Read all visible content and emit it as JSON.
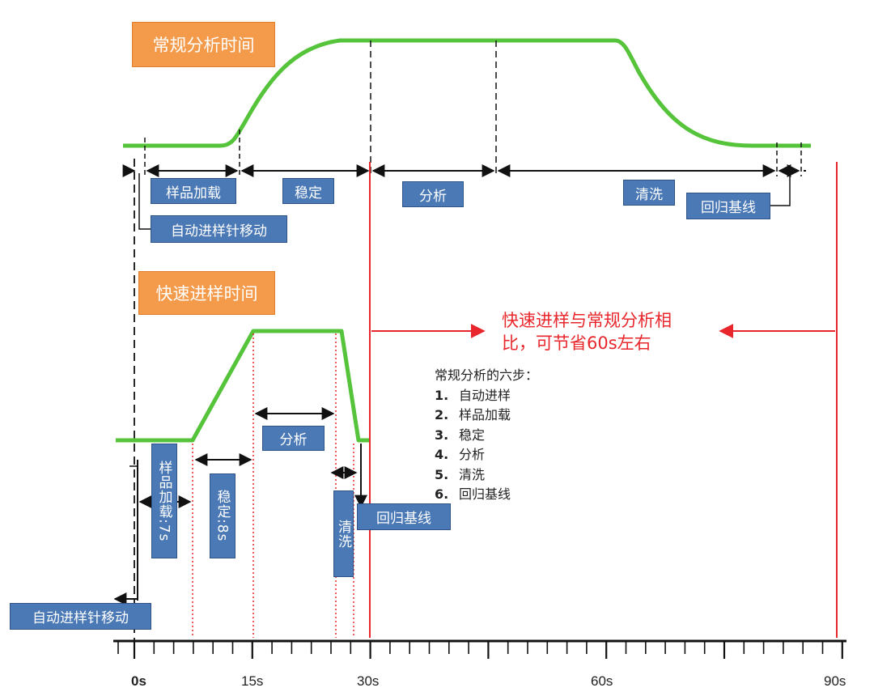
{
  "top": {
    "title": "常规分析时间",
    "phases": {
      "load": "样品加载",
      "stable": "稳定",
      "analyze": "分析",
      "wash": "清洗",
      "baseline": "回归基线",
      "autosampler": "自动进样针移动"
    }
  },
  "bottom": {
    "title": "快速进样时间",
    "phases": {
      "load": "样品加载:7s",
      "stable": "稳定:8s",
      "analyze": "分析",
      "wash": "清洗",
      "baseline": "回归基线",
      "autosampler": "自动进样针移动"
    }
  },
  "note": {
    "line1": "快速进样与常规分析相",
    "line2": "比，可节省60s左右"
  },
  "steps": {
    "title": "常规分析的六步：",
    "items": [
      {
        "n": "1.",
        "text": "自动进样"
      },
      {
        "n": "2.",
        "text": "样品加载"
      },
      {
        "n": "3.",
        "text": "稳定"
      },
      {
        "n": "4.",
        "text": "分析"
      },
      {
        "n": "5.",
        "text": "清洗"
      },
      {
        "n": "6.",
        "text": "回归基线"
      }
    ]
  },
  "axis": {
    "ticks": [
      "0s",
      "15s",
      "30s",
      "60s",
      "90s"
    ]
  },
  "colors": {
    "curve": "#55c43a",
    "label_bg": "#4a79b6",
    "title_bg": "#f39a4b",
    "highlight": "#e8262b"
  }
}
